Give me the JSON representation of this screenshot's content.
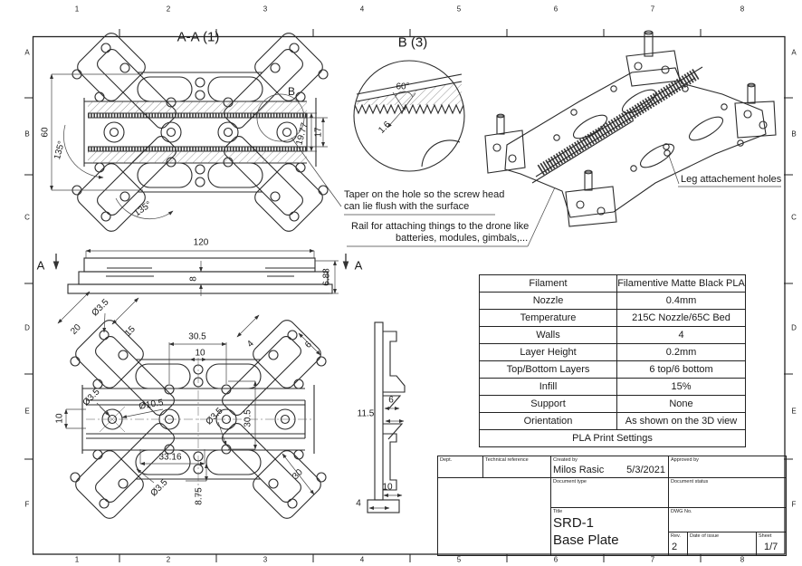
{
  "grid": {
    "cols": [
      "1",
      "2",
      "3",
      "4",
      "5",
      "6",
      "7",
      "8"
    ],
    "rows": [
      "A",
      "B",
      "C",
      "D",
      "E",
      "F"
    ]
  },
  "views": {
    "section_label": "A-A (1)",
    "detail_label": "B (3)",
    "detail_ref": "B",
    "section_marker": "A"
  },
  "dims": {
    "aa_height": "60",
    "aa_angle_left": "135°",
    "aa_angle_bottom": "135°",
    "aa_rail_outer": "19.77",
    "aa_rail_inner": "17",
    "detail_angle": "60°",
    "detail_tooth_depth": "1.6",
    "side_width": "120",
    "side_plate_thickness": "8",
    "side_total_height": "6.88",
    "bottom_corner_hole": "Ø3.5",
    "bottom_arm_width": "20",
    "bottom_arm_length": "15",
    "bottom_slot_span": "30.5",
    "bottom_slot_inner": "10",
    "bottom_pad_gap": "4",
    "bottom_pad_hole_span": "6",
    "bottom_rail_hole_small": "Ø3.5",
    "bottom_rail_hole_large": "Ø10.5",
    "bottom_rail_width": "10",
    "bottom_center_hole": "Ø3.5",
    "bottom_vertical_span": "30.5",
    "bottom_hole_span": "33.16",
    "bottom_lower_hole": "Ø3.5",
    "bottom_lower_offset": "8.75",
    "bottom_diagonal": "30",
    "profile_notch_width": "6",
    "profile_notch_depth": "11.5",
    "profile_lower_width": "10",
    "profile_base_thickness": "4"
  },
  "annotations": {
    "taper_line1": "Taper on the hole so the screw head",
    "taper_line2": "can lie flush with the surface",
    "rail_line1": "Rail for attaching things to the drone like",
    "rail_line2": "batteries, modules, gimbals,...",
    "leg_holes": "Leg attachement holes"
  },
  "print_table": {
    "rows": [
      {
        "label": "Filament",
        "value": "Filamentive Matte Black PLA"
      },
      {
        "label": "Nozzle",
        "value": "0.4mm"
      },
      {
        "label": "Temperature",
        "value": "215C Nozzle/65C Bed"
      },
      {
        "label": "Walls",
        "value": "4"
      },
      {
        "label": "Layer Height",
        "value": "0.2mm"
      },
      {
        "label": "Top/Bottom Layers",
        "value": "6 top/6 bottom"
      },
      {
        "label": "Infill",
        "value": "15%"
      },
      {
        "label": "Support",
        "value": "None"
      },
      {
        "label": "Orientation",
        "value": "As shown on the 3D view"
      }
    ],
    "footer": "PLA Print Settings"
  },
  "title_block": {
    "dept_label": "Dept.",
    "tech_ref_label": "Technical reference",
    "created_label": "Created by",
    "created_name": "Milos Rasic",
    "created_date": "5/3/2021",
    "approved_label": "Approved by",
    "doc_type_label": "Document type",
    "doc_status_label": "Document status",
    "title_label": "Title",
    "title_line1": "SRD-1",
    "title_line2": "Base Plate",
    "dwg_label": "DWG No.",
    "rev_label": "Rev.",
    "rev_value": "2",
    "date_label": "Date of issue",
    "sheet_label": "Sheet",
    "sheet_value": "1/7"
  }
}
